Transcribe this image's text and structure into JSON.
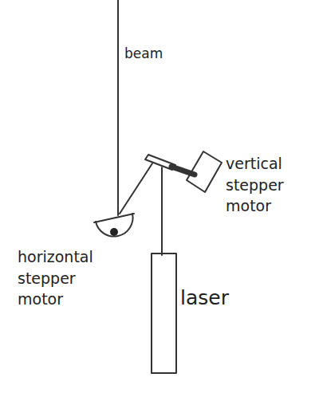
{
  "diagram": {
    "labels": [
      "beam",
      "vertical stepper motor",
      "horizontal stepper motor",
      "laser"
    ]
  }
}
